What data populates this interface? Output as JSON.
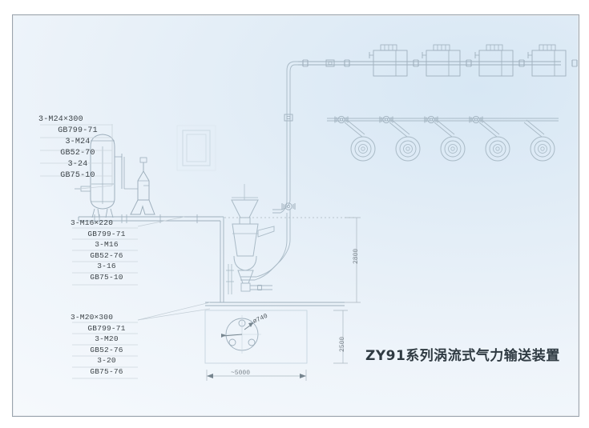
{
  "drawing": {
    "title": "ZY91系列涡流式气力输送装置",
    "frame": {
      "border_color": "#9aa4ae"
    },
    "line_color": "#9fb0bd",
    "line_color_dark": "#76858f",
    "text_color": "#3c4348"
  },
  "labels": {
    "block_a": {
      "name": "air-receiver-anchor-spec",
      "rows": [
        "3-M24×300",
        "GB799-71",
        "3-M24",
        "GB52-70",
        "3-24",
        "GB75-10"
      ]
    },
    "block_b": {
      "name": "platform-anchor-spec",
      "rows": [
        "3-M16×220",
        "GB799-71",
        "3-M16",
        "GB52-76",
        "3-16",
        "GB75-10"
      ]
    },
    "block_c": {
      "name": "foundation-anchor-spec",
      "rows": [
        "3-M20×300",
        "GB799-71",
        "3-M20",
        "GB52-76",
        "3-20",
        "GB75-76"
      ]
    }
  },
  "dimensions": {
    "height_upper": "2800",
    "height_lower": "2500",
    "width_overall": "~5000",
    "bolt_circle": "⌀740"
  },
  "components": {
    "air_receiver": "vertical-air-receiver-tank",
    "filter_vessel": "conical-filter-vessel",
    "control_panel": "control-panel-cabinet",
    "vortex_feeder": "vortex-pump-feeder",
    "conveying_pipe": "conveying-pipeline-riser",
    "silo_count": 5,
    "silo_plan_count": 5
  }
}
